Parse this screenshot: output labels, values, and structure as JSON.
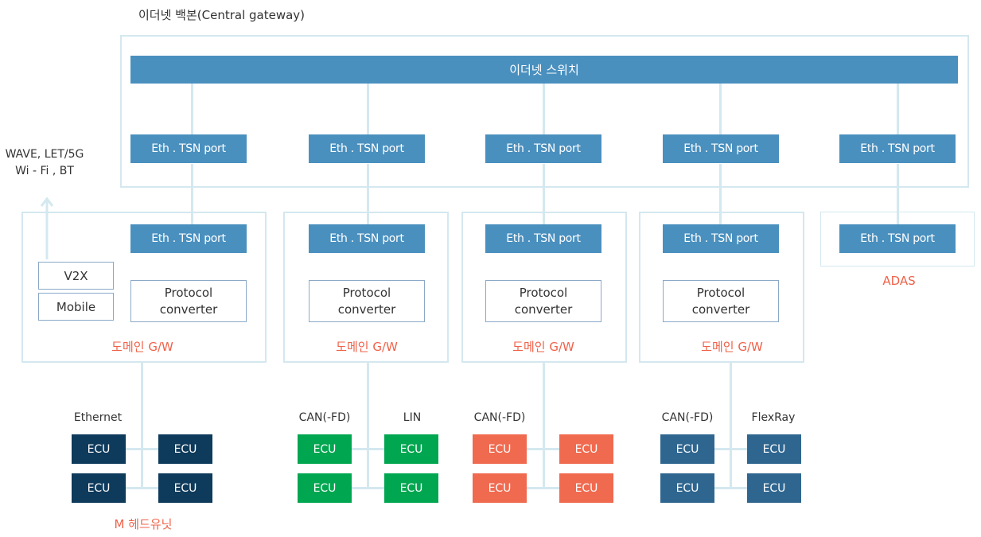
{
  "title": "이더넷 백본(Central gateway)",
  "switch_label": "이더넷 스위치",
  "port_label": "Eth . TSN port",
  "converter": {
    "line1": "Protocol",
    "line2": "converter"
  },
  "domain_label": "도메인 G/W",
  "adas_label": "ADAS",
  "external": {
    "line1": "WAVE, LET/5G",
    "line2": "Wi - Fi , BT"
  },
  "v2x_label": "V2X",
  "mobile_label": "Mobile",
  "ecu_label": "ECU",
  "buses": {
    "g1": [
      "Ethernet"
    ],
    "g2": [
      "CAN(-FD)",
      "LIN"
    ],
    "g3": [
      "CAN(-FD)"
    ],
    "g4": [
      "CAN(-FD)",
      "FlexRay"
    ]
  },
  "headunit_label": "M 헤드유닛",
  "colors": {
    "backbone_blue": "#4a90bf",
    "line_light": "#d4e8ef",
    "accent_red": "#f0624a",
    "ecu_ethernet": "#0e3a5b",
    "ecu_can_lin": "#00a650",
    "ecu_can_g3": "#f06a4f",
    "ecu_can_flexray": "#2f6690"
  }
}
